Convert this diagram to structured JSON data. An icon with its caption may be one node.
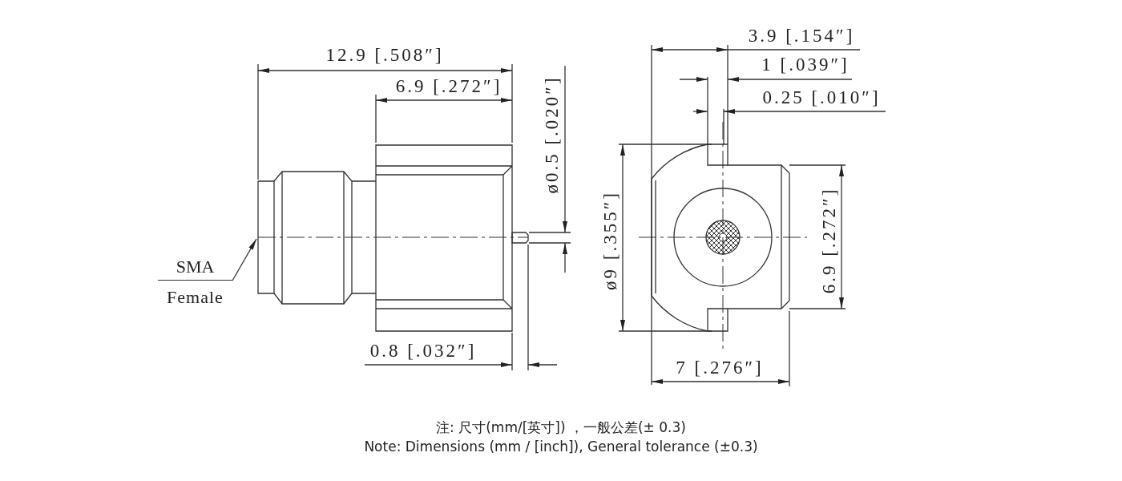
{
  "diagram": {
    "nodes": [
      {
        "text": [
          "SMA",
          "Female"
        ]
      },
      {
        "text": [],
        "shape": "picture"
      }
    ],
    "edges": [
      {
        "from": 0,
        "to": 1,
        "arrow": "to"
      }
    ],
    "labels": [
      "12.9 [.508″]",
      "6.9 [.272″]",
      "ø0.5 [.020″]",
      "0.8 [.032″]",
      "3.9 [.154″]",
      "1 [.039″]",
      "0.25 [.010″]",
      "ø9 [.355″]",
      "6.9 [.272″]",
      "7 [.276″]",
      "注: 尺寸(mm/[英寸]) ，一般公差(± 0.3)",
      "Note: Dimensions (mm / [inch]), General tolerance (±0.3)"
    ]
  }
}
